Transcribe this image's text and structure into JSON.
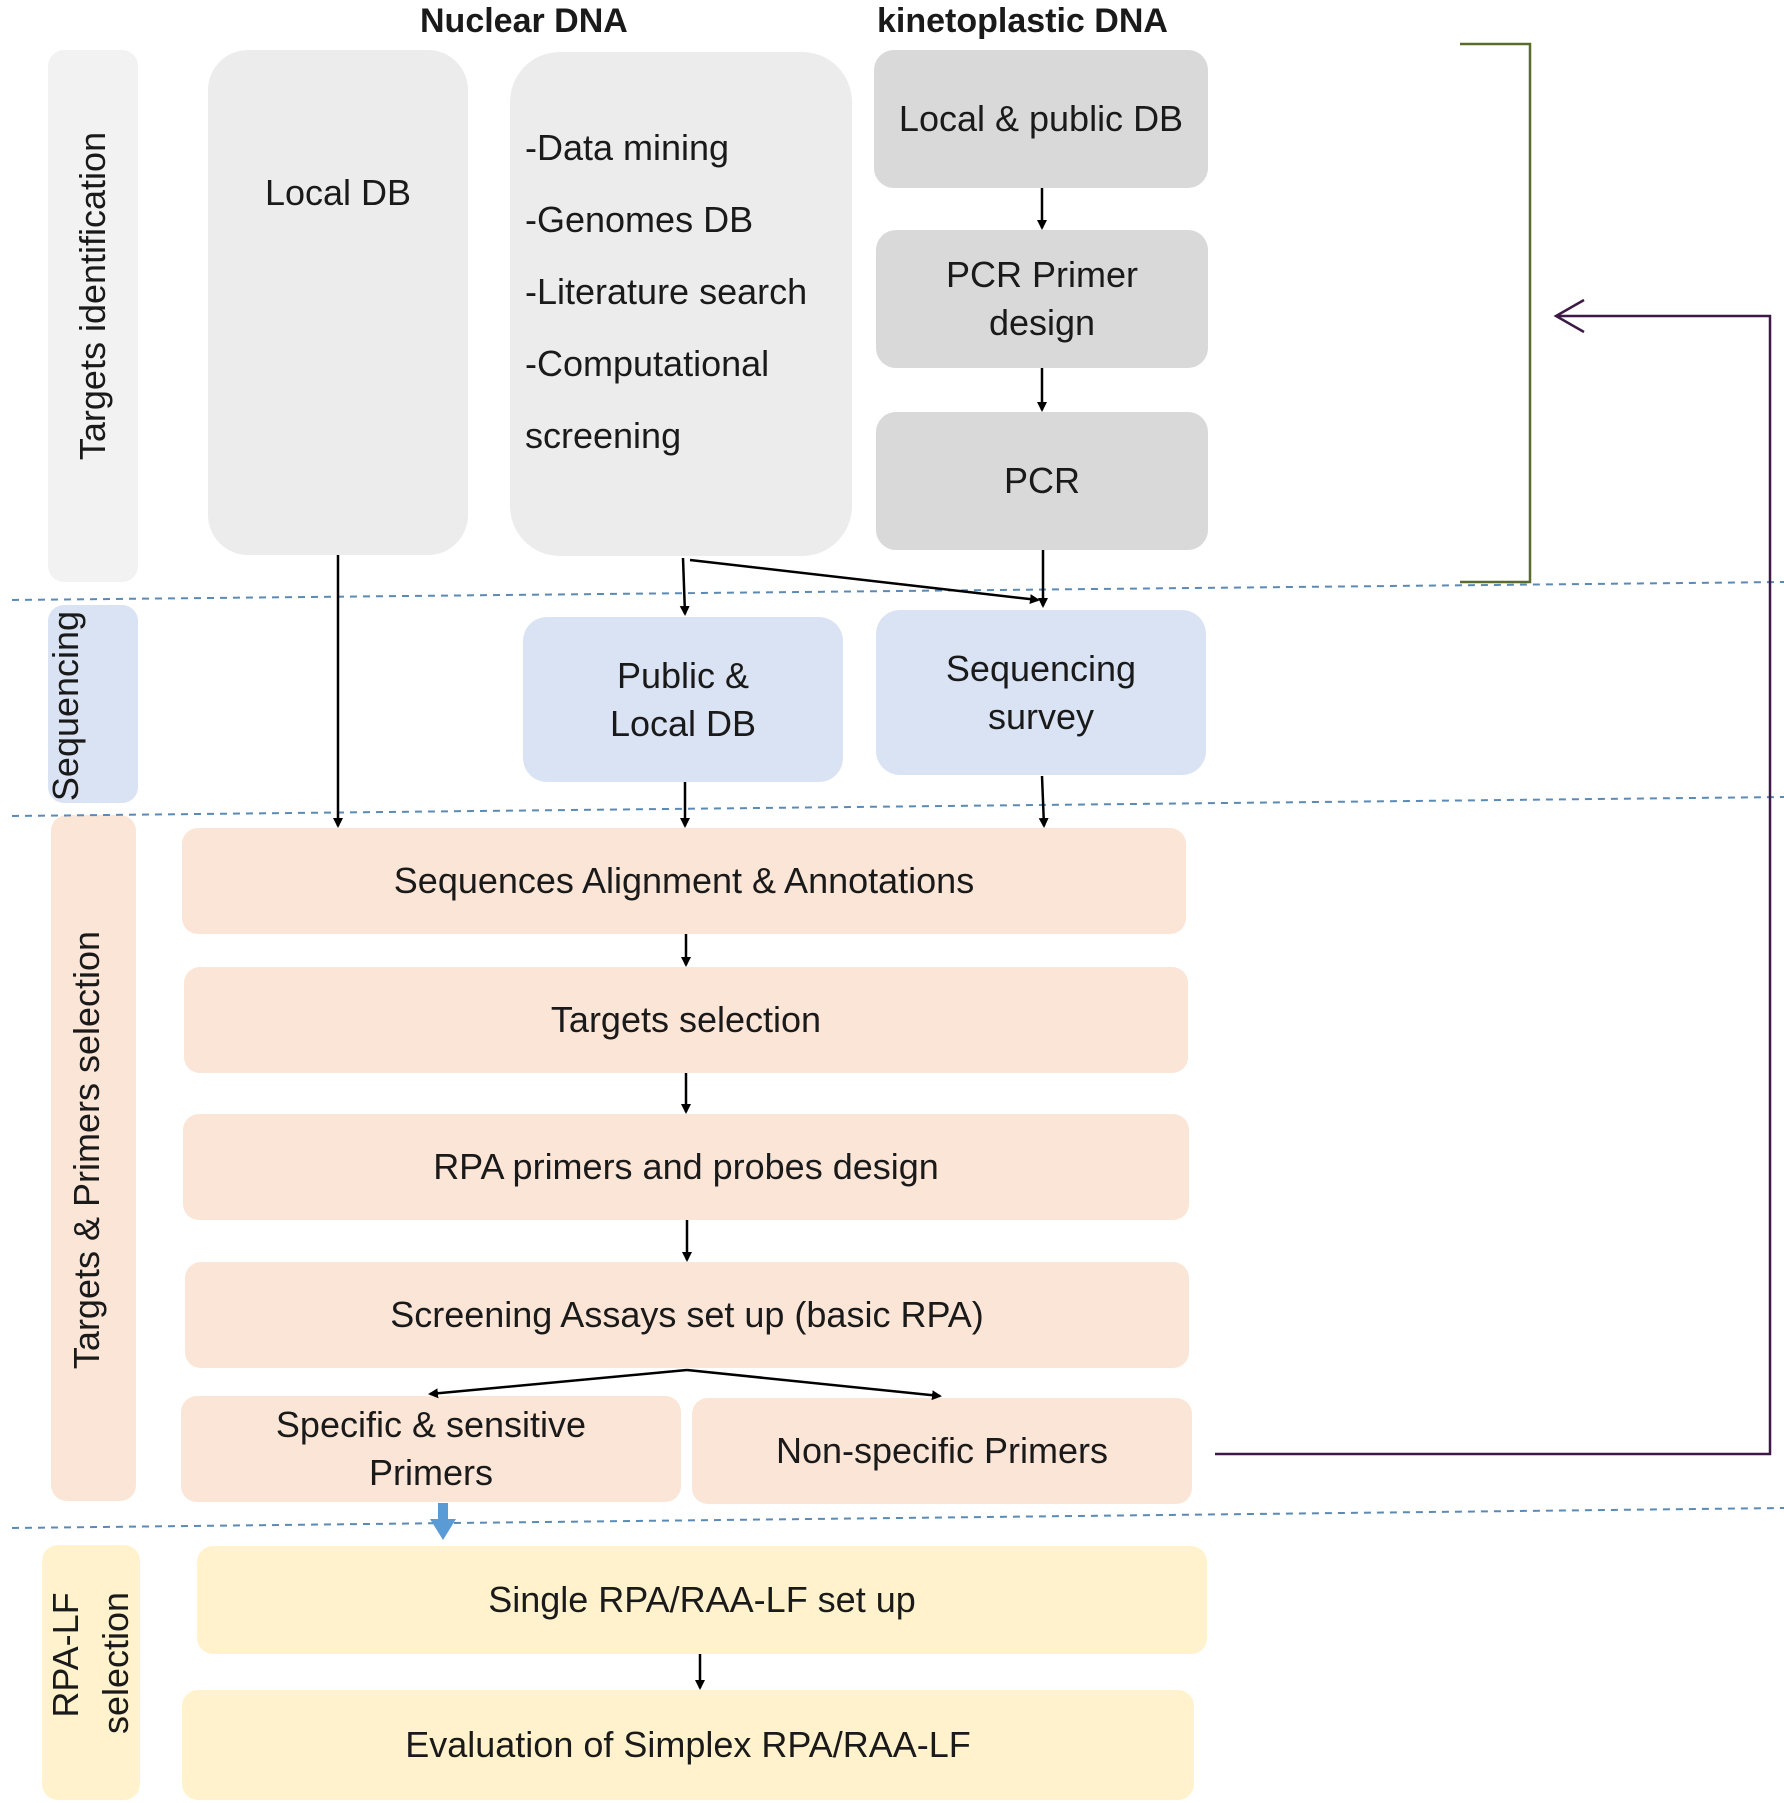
{
  "headers": {
    "nuclear": "Nuclear DNA",
    "kinetoplastic": "kinetoplastic DNA"
  },
  "sections": {
    "targets_identification": "Targets identification",
    "sequencing": "Sequencing",
    "targets_primers_selection": "Targets & Primers selection",
    "rpa_lf_line1": "RPA-LF",
    "rpa_lf_line2": "selection"
  },
  "nodes": {
    "local_db": "Local DB",
    "mining": [
      "-Data mining",
      "-Genomes DB",
      "-Literature search",
      "-Computational",
      "screening"
    ],
    "local_public_db": "Local & public DB",
    "pcr_primer_design_1": "PCR Primer",
    "pcr_primer_design_2": "design",
    "pcr": "PCR",
    "public_local_db_1": "Public  &",
    "public_local_db_2": "Local DB",
    "sequencing_survey_1": "Sequencing",
    "sequencing_survey_2": "survey",
    "alignment": "Sequences Alignment & Annotations",
    "targets_selection": "Targets selection",
    "rpa_design": "RPA primers and probes design",
    "screening_assays": "Screening Assays set up (basic RPA)",
    "specific_1": "Specific & sensitive",
    "specific_2": "Primers",
    "non_specific": "Non-specific Primers",
    "single_rpa": "Single RPA/RAA-LF set up",
    "evaluation": "Evaluation of Simplex RPA/RAA-LF"
  },
  "colors": {
    "light_grey": "#ececec",
    "grey": "#d9d9d9",
    "blue": "#dae3f3",
    "peach": "#fbe5d6",
    "cream": "#fff2cc",
    "divider": "#5b8ab5",
    "feedback_line": "#3d1a45",
    "bracket": "#5a6b2e",
    "highlight_arrow": "#5b9bd5"
  }
}
